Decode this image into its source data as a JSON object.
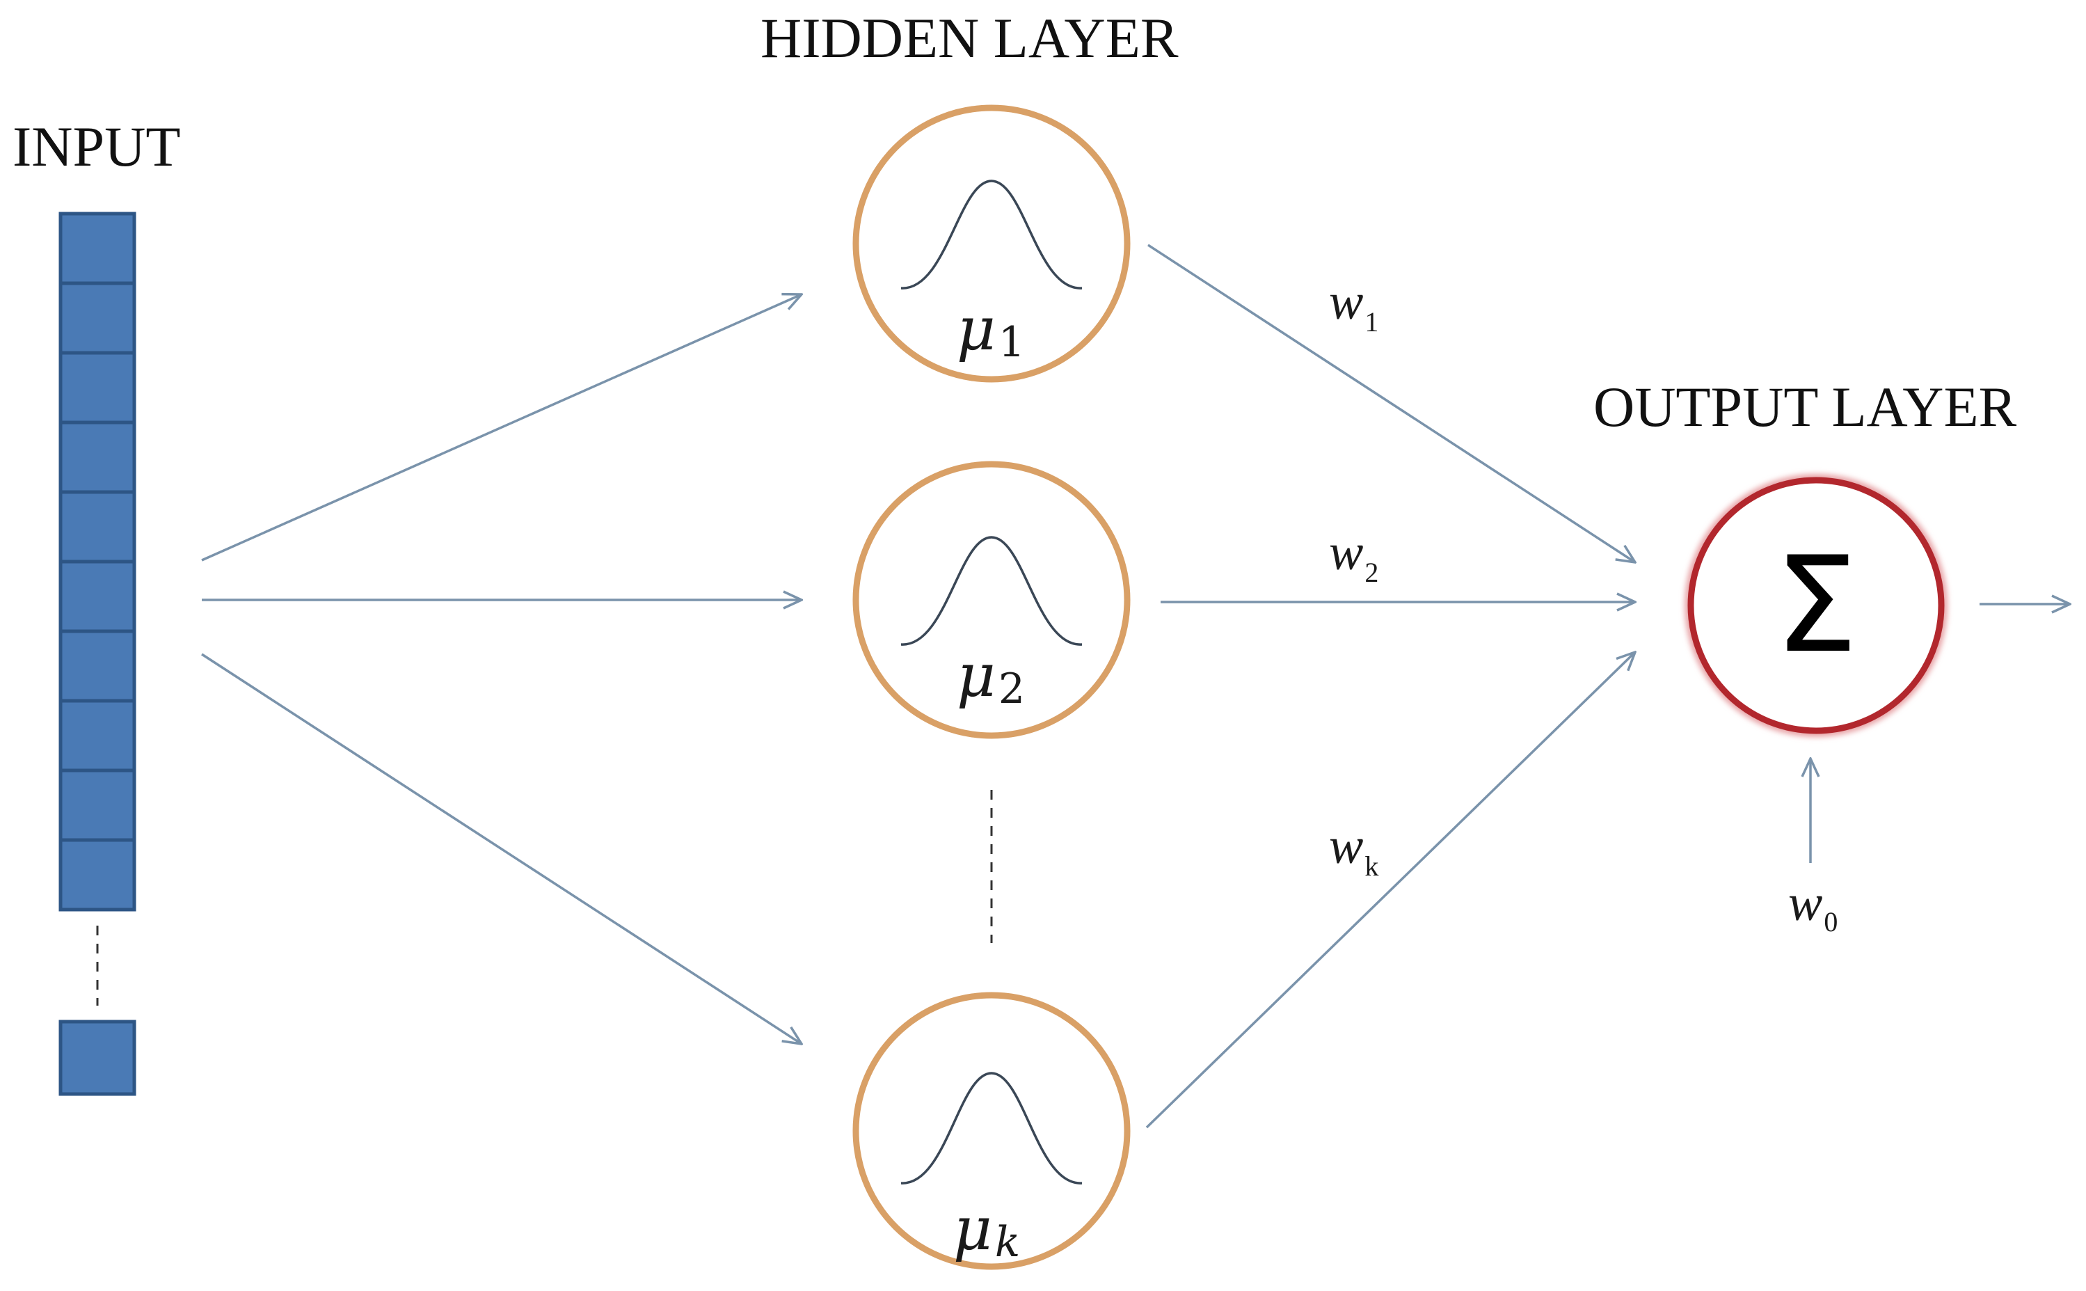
{
  "labels": {
    "input": "INPUT",
    "hidden_layer": "HIDDEN LAYER",
    "output_layer": "OUTPUT LAYER"
  },
  "hidden_nodes": [
    {
      "symbol": "μ",
      "subscript": "1"
    },
    {
      "symbol": "μ",
      "subscript": "2"
    },
    {
      "symbol": "μ",
      "subscript": "k"
    }
  ],
  "weights": [
    {
      "symbol": "w",
      "subscript": "1"
    },
    {
      "symbol": "w",
      "subscript": "2"
    },
    {
      "symbol": "w",
      "subscript": "k"
    }
  ],
  "bias": {
    "symbol": "w",
    "subscript": "0"
  },
  "output_symbol": "Σ",
  "colors": {
    "input_cell": "#4a7ab5",
    "hidden_node_ring": "#d9a066",
    "output_node_ring": "#b2272d",
    "arrows": "#7a93ab"
  },
  "icons": {
    "hidden_node": "gaussian-bell-curve-icon",
    "output_node": "summation-icon"
  }
}
